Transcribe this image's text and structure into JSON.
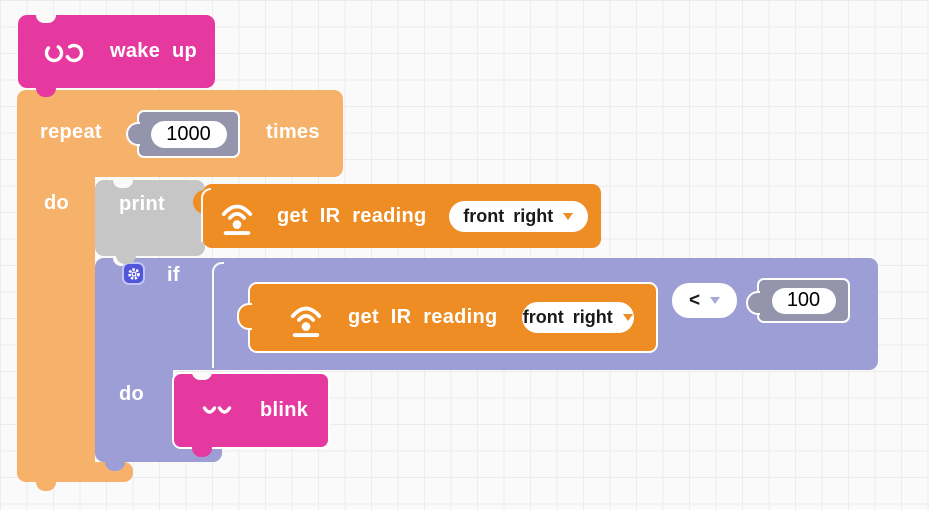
{
  "workspace": {
    "type": "blockly-grid-canvas",
    "colors": {
      "background": "#fafafa",
      "grid_line": "#ececec",
      "robot_block_pink": "#e6399f",
      "loop_block_orange": "#f6b26b",
      "sensor_block_orange": "#ee8d23",
      "text_block_grey": "#c6c6c6",
      "logic_block_purple": "#9e9ed6",
      "number_shadow_grey": "#9494ac",
      "gear_badge_blue": "#5156dd",
      "label_text": "#ffffff",
      "field_text": "#1a1a1a"
    }
  },
  "icons": {
    "wake_up": "eyes-open-icon",
    "blink": "eyes-closed-icon",
    "ir_sensor": "ir-sensor-icon",
    "mutator": "gear-icon",
    "dropdown": "dropdown-arrow-icon"
  },
  "blocks": {
    "wake_up": {
      "label": "wake up"
    },
    "repeat": {
      "label_repeat": "repeat",
      "count_value": "1000",
      "label_times": "times",
      "label_do": "do"
    },
    "print": {
      "label": "print"
    },
    "get_ir_print": {
      "label": "get IR reading",
      "dropdown_value": "front right"
    },
    "if": {
      "label_if": "if",
      "label_do": "do"
    },
    "get_ir_condition": {
      "label": "get IR reading",
      "dropdown_value": "front right"
    },
    "comparator": {
      "operator": "<"
    },
    "number_100": {
      "value": "100"
    },
    "blink": {
      "label": "blink"
    }
  }
}
